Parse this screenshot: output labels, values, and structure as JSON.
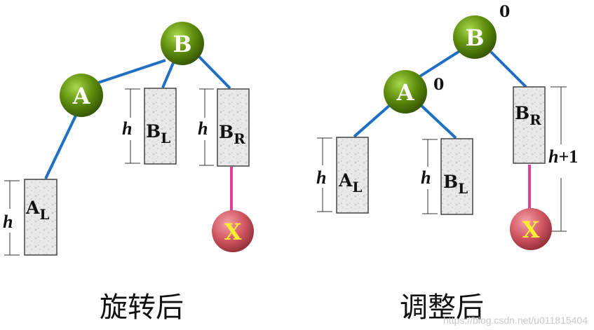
{
  "left": {
    "nodes": {
      "A": "A",
      "B": "B",
      "X": "X"
    },
    "subtrees": {
      "AL": {
        "base": "A",
        "sub": "L"
      },
      "BL": {
        "base": "B",
        "sub": "L"
      },
      "BR": {
        "base": "B",
        "sub": "R"
      }
    },
    "heights": {
      "AL": "h",
      "BL": "h",
      "BR": "h"
    },
    "caption": "旋转后"
  },
  "right": {
    "nodes": {
      "A": "A",
      "B": "B",
      "X": "X"
    },
    "balance": {
      "B": "0",
      "A": "0"
    },
    "subtrees": {
      "AL": {
        "base": "A",
        "sub": "L"
      },
      "BL": {
        "base": "B",
        "sub": "L"
      },
      "BR": {
        "base": "B",
        "sub": "R"
      }
    },
    "heights": {
      "AL": "h",
      "BL": "h",
      "BR_h": "h",
      "BR_plus": "+1"
    },
    "caption": "调整后"
  },
  "watermark": "https://blog.csdn.net/u011815404",
  "colors": {
    "edge": "#1f6fc4",
    "pink_edge": "#e0409a",
    "node_green": "#5a8a0a",
    "node_x": "#d0505a",
    "x_text": "#ffee33"
  }
}
